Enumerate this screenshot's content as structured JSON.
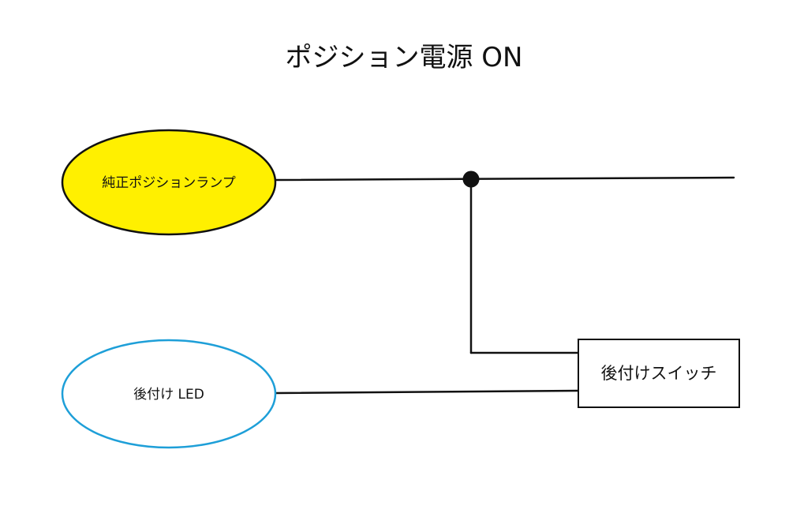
{
  "title": "ポジション電源 ON",
  "nodes": {
    "stock_lamp": {
      "label": "純正ポジションランプ",
      "fill": "#FFF000",
      "stroke": "#111111"
    },
    "aftermarket_led": {
      "label": "後付け LED",
      "fill": "#FFFFFF",
      "stroke": "#1E9FD8"
    },
    "aftermarket_switch": {
      "label": "後付けスイッチ",
      "fill": "#FFFFFF",
      "stroke": "#111111"
    }
  },
  "colors": {
    "wire": "#111111",
    "junction": "#111111",
    "background": "#FFFFFF"
  }
}
